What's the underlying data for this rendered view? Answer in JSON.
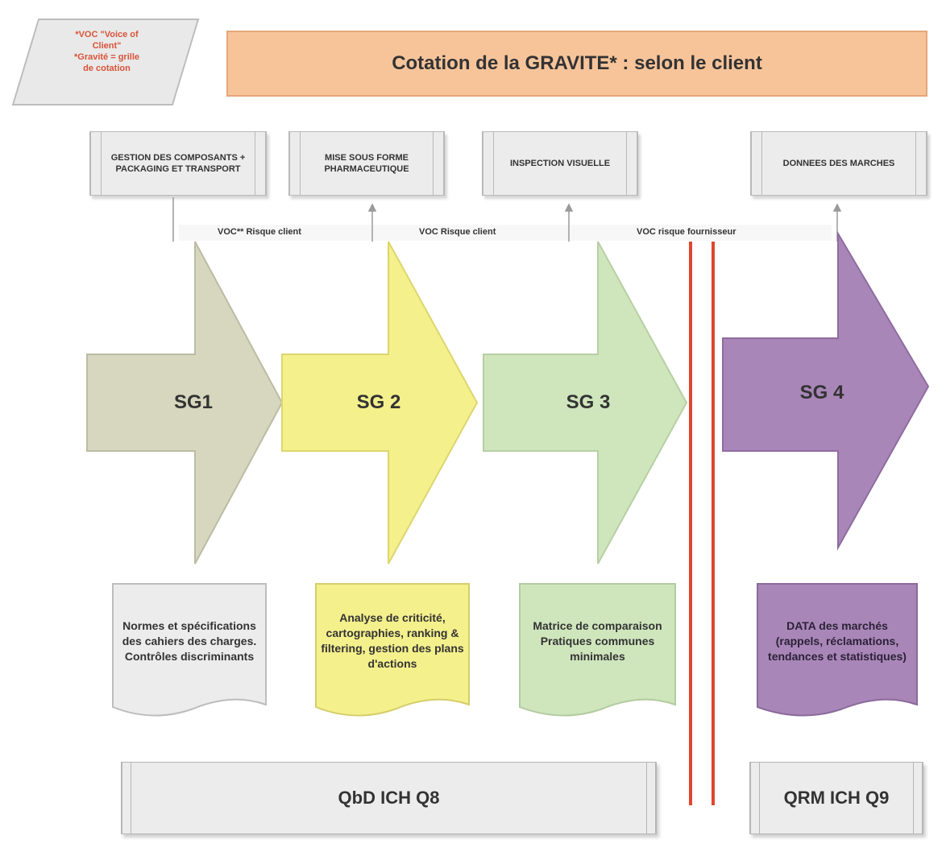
{
  "legend": {
    "line1": "*VOC \"Voice of",
    "line2": "Client\"",
    "line3": "*Gravité = grille",
    "line4": "de cotation"
  },
  "header": {
    "title": "Cotation de la GRAVITE* : selon le client"
  },
  "process_boxes": [
    "GESTION DES COMPOSANTS + PACKAGING et TRANSPORT",
    "MISE SOUS FORME PHARMACEUTIQUE",
    "INSPECTION VISUELLE",
    "DONNEES DES MARCHES"
  ],
  "voc_labels": [
    "VOC** Risque client",
    "VOC Risque client",
    "VOC risque fournisseur"
  ],
  "stages": [
    "SG1",
    "SG 2",
    "SG 3",
    "SG 4"
  ],
  "documents": [
    "Normes et spécifications des cahiers des charges. Contrôles discriminants",
    "Analyse de criticité, cartographies, ranking & filtering, gestion des plans d'actions",
    "Matrice de comparaison Pratiques communes minimales",
    "DATA des marchés (rappels, réclamations, tendances et statistiques)"
  ],
  "standards": [
    "QbD ICH Q8",
    "QRM ICH Q9"
  ],
  "colors": {
    "header": "#f7c49a",
    "sg1": "#d7d7bf",
    "sg2": "#f4f08c",
    "sg3": "#cfe6bd",
    "sg4": "#a986b8",
    "separator": "#e0462f"
  }
}
